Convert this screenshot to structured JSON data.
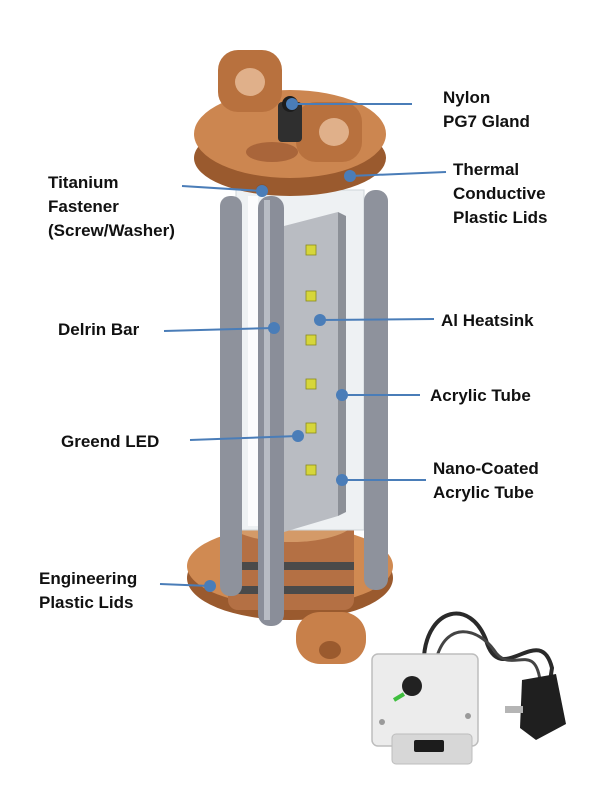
{
  "colors": {
    "leader": "#4a7db8",
    "copper": "#c8804a",
    "copper_dark": "#9a5a2e",
    "rod": "#8e929c",
    "bar": "#b9bcc2",
    "tube": "#eef1f3",
    "led": "#d6d63a",
    "controller": "#ececec"
  },
  "labels": {
    "nylon_gland": [
      "Nylon",
      "PG7 Gland"
    ],
    "thermal_lids": [
      "Thermal",
      "Conductive",
      "Plastic Lids"
    ],
    "titanium_fastener": [
      "Titanium",
      "Fastener",
      "(Screw/Washer)"
    ],
    "delrin_bar": [
      "Delrin Bar"
    ],
    "al_heatsink": [
      "Al Heatsink"
    ],
    "acrylic_tube": [
      "Acrylic Tube"
    ],
    "green_led": [
      "Greend LED"
    ],
    "nano_tube": [
      "Nano-Coated",
      "Acrylic Tube"
    ],
    "engineering_lids": [
      "Engineering",
      "Plastic Lids"
    ]
  }
}
